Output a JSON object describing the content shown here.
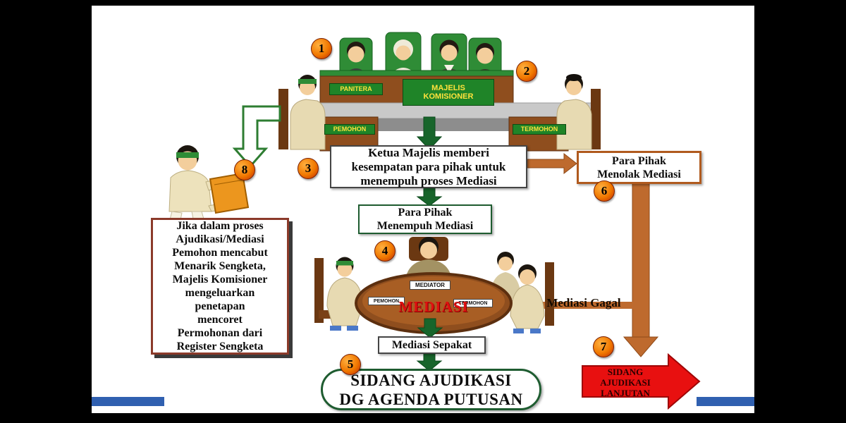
{
  "colors": {
    "arrow_green": "#18652B",
    "arrow_orange": "#BE6A2E",
    "arrow_red": "#E81010",
    "badge_orange": "#F07800",
    "plate_green": "#1F8428",
    "plate_text": "#FFE23C",
    "table_wood": "#8F4E1E",
    "mediasi_text": "#E01010",
    "note_border": "#8B3A2A",
    "footer_blue": "#3060B0"
  },
  "badges": {
    "b1": "1",
    "b2": "2",
    "b3": "3",
    "b4": "4",
    "b5": "5",
    "b6": "6",
    "b7": "7",
    "b8": "8"
  },
  "courtroom": {
    "panitera_label": "PANITERA",
    "majelis_label": "MAJELIS KOMISIONER",
    "pemohon_label": "PEMOHON",
    "termohon_label": "TERMOHON"
  },
  "flow": {
    "step3_lines": [
      "Ketua Majelis memberi",
      "kesempatan para pihak untuk",
      "menempuh proses Mediasi"
    ],
    "menempuh_lines": [
      "Para Pihak",
      "Menempuh Mediasi"
    ],
    "menolak_lines": [
      "Para Pihak",
      "Menolak Mediasi"
    ],
    "mediasi_gagal_label": "Mediasi Gagal",
    "mediasi_sepakat_label": "Mediasi Sepakat",
    "putusan_lines": [
      "SIDANG AJUDIKASI",
      "DG AGENDA PUTUSAN"
    ],
    "lanjutan_lines": [
      "SIDANG",
      "AJUDIKASI",
      "LANJUTAN"
    ]
  },
  "mediation": {
    "mediator_label": "MEDIATOR",
    "pemohon_label": "PEMOHON",
    "termohon_label": "TERMOHON",
    "table_text": "MEDIASI"
  },
  "note": {
    "lines": [
      "Jika dalam proses",
      "Ajudikasi/Mediasi",
      "Pemohon mencabut",
      "Menarik Sengketa,",
      "Majelis Komisioner",
      "mengeluarkan",
      "penetapan",
      "mencoret",
      "Permohonan dari",
      "Register Sengketa"
    ]
  }
}
